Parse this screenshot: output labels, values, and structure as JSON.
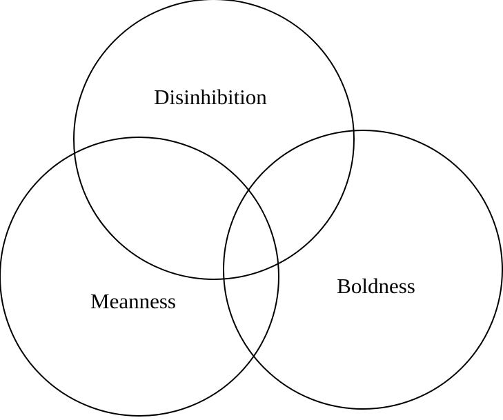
{
  "diagram": {
    "type": "venn",
    "sets": [
      {
        "id": "disinhibition",
        "label": "Disinhibition"
      },
      {
        "id": "meanness",
        "label": "Meanness"
      },
      {
        "id": "boldness",
        "label": "Boldness"
      }
    ],
    "colors": {
      "stroke": "#000000",
      "background": "#ffffff"
    }
  }
}
